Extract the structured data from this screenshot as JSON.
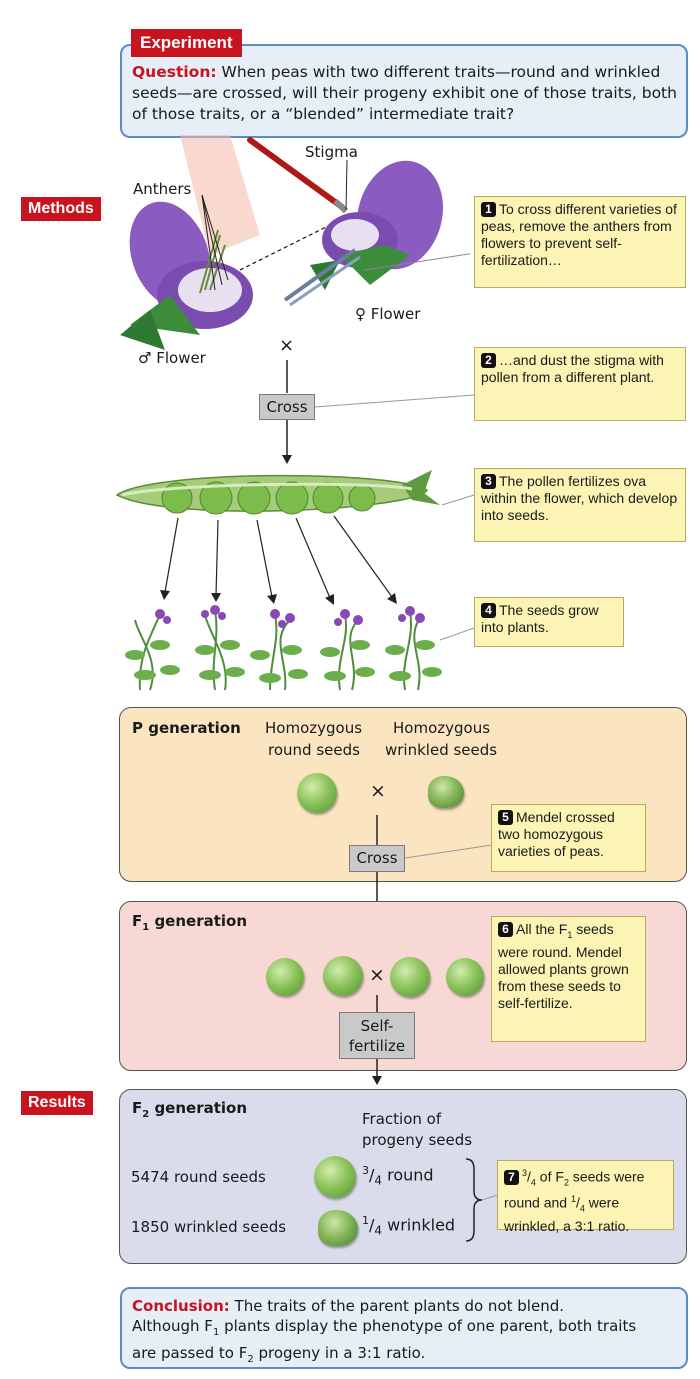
{
  "experiment_tag": "Experiment",
  "question": {
    "label": "Question:",
    "text": "When peas with two different traits—round and wrinkled seeds—are crossed, will their progeny exhibit one of those traits, both of those traits, or a “blended” intermediate trait?"
  },
  "methods_tag": "Methods",
  "results_tag": "Results",
  "flower_labels": {
    "stigma": "Stigma",
    "anthers": "Anthers",
    "female": "♀ Flower",
    "male": "♂ Flower",
    "cross_symbol": "×"
  },
  "cross_label": "Cross",
  "steps": [
    {
      "num": "1",
      "text": "To cross different varieties of peas, remove the anthers from flowers to prevent self-fertilization…"
    },
    {
      "num": "2",
      "text": "…and dust the stigma with pollen from a different plant."
    },
    {
      "num": "3",
      "text": "The pollen fertilizes ova within the flower, which develop into seeds."
    },
    {
      "num": "4",
      "text": "The seeds grow into plants."
    },
    {
      "num": "5",
      "text": "Mendel crossed two homozygous varieties of peas."
    },
    {
      "num": "6",
      "text_a": "All the F",
      "text_sub": "1",
      "text_b": " seeds were round. Mendel allowed plants grown from these seeds to self-fertilize."
    },
    {
      "num": "7",
      "frac1_num": "3",
      "frac1_den": "4",
      "text_a": " of F",
      "text_sub": "2",
      "text_b": " seeds were round and ",
      "frac2_num": "1",
      "frac2_den": "4",
      "text_c": " were wrinkled, a 3:1 ratio."
    }
  ],
  "p_generation": {
    "title": "P generation",
    "left_label_1": "Homozygous",
    "left_label_2": "round seeds",
    "right_label_1": "Homozygous",
    "right_label_2": "wrinkled seeds",
    "cross_symbol": "×",
    "cross_label": "Cross"
  },
  "f1_generation": {
    "title_a": "F",
    "title_sub": "1",
    "title_b": " generation",
    "cross_symbol": "×",
    "self_label_1": "Self-",
    "self_label_2": "fertilize"
  },
  "f2_generation": {
    "title_a": "F",
    "title_sub": "2",
    "title_b": " generation",
    "fraction_header_1": "Fraction of",
    "fraction_header_2": "progeny seeds",
    "round_count": "5474 round seeds",
    "wrinkled_count": "1850 wrinkled seeds",
    "round_frac_num": "3",
    "round_frac_den": "4",
    "round_frac_label": " round",
    "wrinkled_frac_num": "1",
    "wrinkled_frac_den": "4",
    "wrinkled_frac_label": " wrinkled"
  },
  "conclusion": {
    "label": "Conclusion:",
    "text_1": " The traits of the parent plants do not blend.",
    "text_2a": "Although F",
    "text_2sub": "1",
    "text_2b": " plants display the phenotype of one parent, both traits",
    "text_3a": "are passed to F",
    "text_3sub": "2",
    "text_3b": " progeny in a 3:1 ratio."
  },
  "colors": {
    "red": "#c8141e",
    "blue_border": "#5a8cc8",
    "question_bg": "#e6eef8",
    "note_bg": "#fbf4b4",
    "p_bg": "#fbe4c0",
    "f1_bg": "#f8d8d4",
    "f2_bg": "#dadcec"
  }
}
